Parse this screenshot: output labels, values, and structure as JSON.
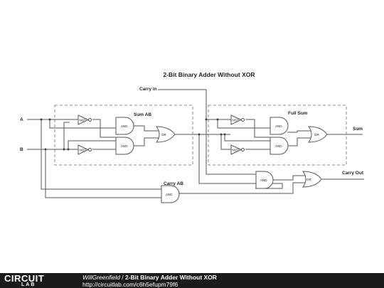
{
  "diagram": {
    "title": "2-Bit Binary Adder Without XOR",
    "inputs": {
      "a": "A",
      "b": "B",
      "carry_in": "Carry in"
    },
    "outputs": {
      "sum": "Sum",
      "carry_out": "Carry Out"
    },
    "blocks": {
      "sum_ab": "Sum AB",
      "full_sum": "Full Sum",
      "carry_ab": "Carry AB"
    },
    "gate_labels": {
      "not": "NOT",
      "and": "AND",
      "or": "OR"
    }
  },
  "footer": {
    "logo_top": "CIRCUIT",
    "logo_bottom": "LAB",
    "author": "WillGreenfield",
    "separator": " / ",
    "title": "2-Bit Binary Adder Without XOR",
    "url": "http://circuitlab.com/c6h5efupm79f6"
  }
}
